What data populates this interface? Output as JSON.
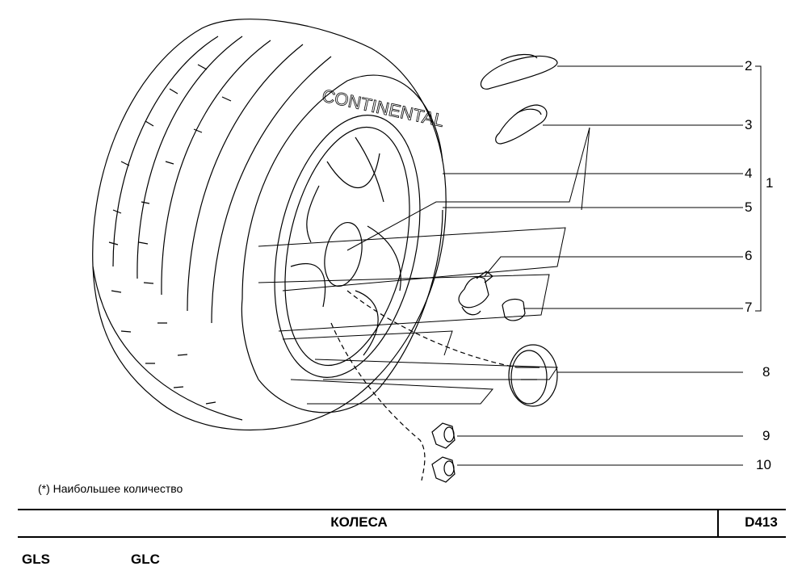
{
  "callouts": [
    "2",
    "3",
    "4",
    "1",
    "5",
    "6",
    "7",
    "8",
    "9",
    "10"
  ],
  "footnote": "(*) Наибольшее количество",
  "title": "КОЛЕСА",
  "code": "D413",
  "variants": [
    "GLS",
    "GLC"
  ],
  "tire_brand": "CONTINENTAL"
}
